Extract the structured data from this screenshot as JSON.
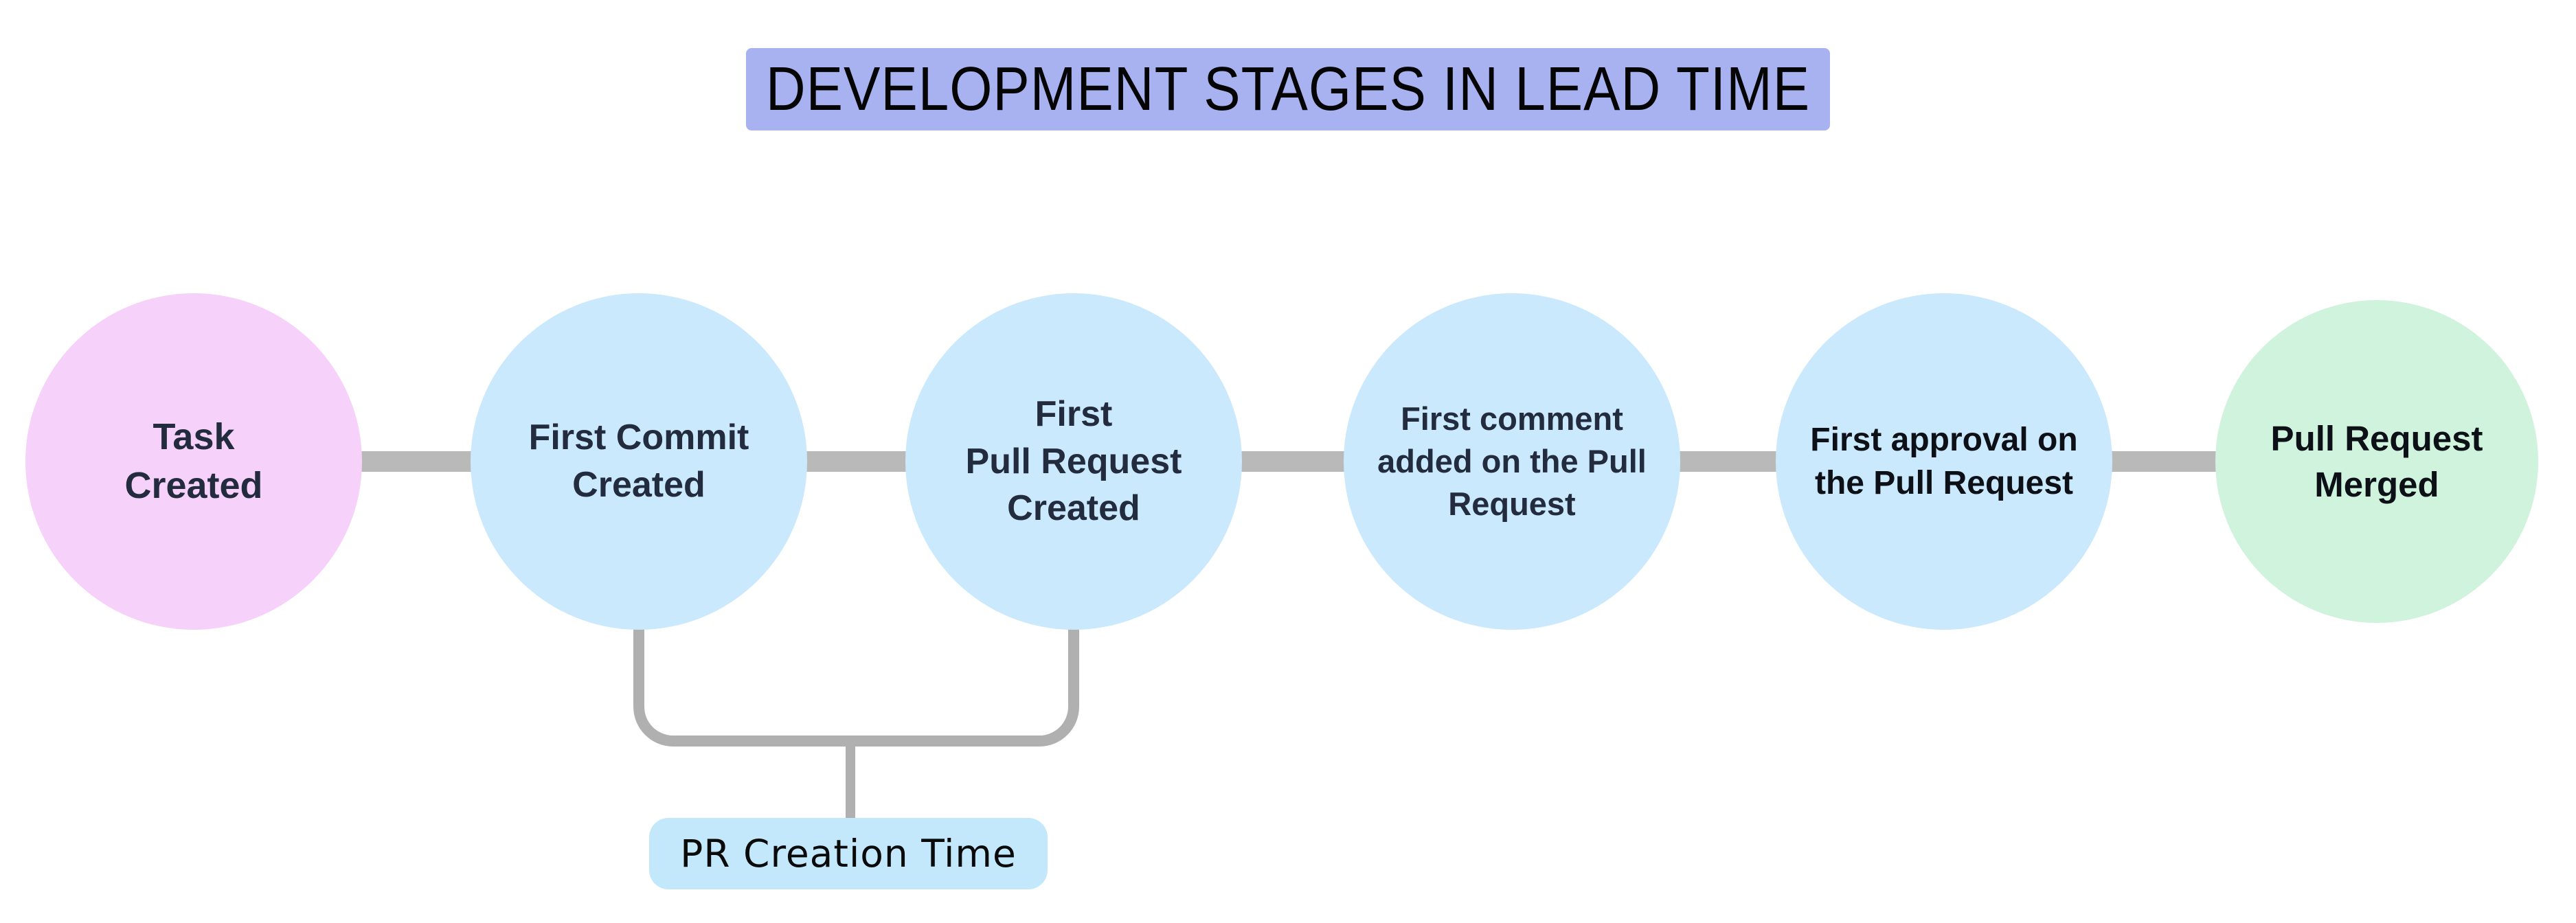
{
  "title": {
    "text": "DEVELOPMENT STAGES IN LEAD TIME",
    "bg_color": "#a9b2f1",
    "text_color": "#050505"
  },
  "diagram_type": "horizontal-process-flow",
  "stages": [
    {
      "label": "Task\nCreated",
      "fill": "#f6d1fa",
      "text_color": "#232c3e"
    },
    {
      "label": "First Commit\nCreated",
      "fill": "#cbe9fc",
      "text_color": "#232c3e"
    },
    {
      "label": "First\nPull Request\nCreated",
      "fill": "#cbe9fc",
      "text_color": "#232c3e"
    },
    {
      "label": "First comment\nadded on the Pull\nRequest",
      "fill": "#cbe9fc",
      "text_color": "#232c3e"
    },
    {
      "label": "First approval on\nthe Pull Request",
      "fill": "#cbe9fc",
      "text_color": "#0d1117"
    },
    {
      "label": "Pull Request\nMerged",
      "fill": "#cff3dd",
      "text_color": "#0d1117"
    }
  ],
  "connector": {
    "color": "#b9b9b9"
  },
  "annotation": {
    "label": "PR Creation Time",
    "fill": "#c3e8fc",
    "text_color": "#0a0a0a",
    "bracket_color": "#b0b0b0",
    "connects_stages": [
      2,
      3
    ]
  }
}
